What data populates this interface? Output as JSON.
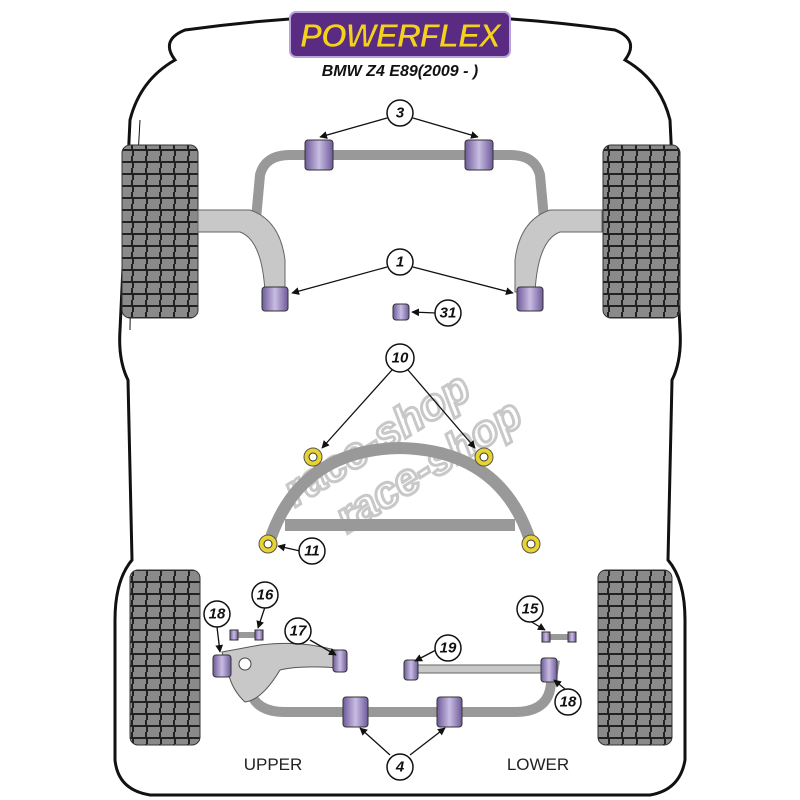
{
  "brand": "POWERFLEX",
  "model": "BMW Z4 E89(2009 - )",
  "watermark": "race-shop",
  "callouts": {
    "c3": "3",
    "c1": "1",
    "c31": "31",
    "c10": "10",
    "c11": "11",
    "c16": "16",
    "c18a": "18",
    "c17": "17",
    "c19": "19",
    "c15": "15",
    "c18b": "18",
    "c4": "4"
  },
  "captions": {
    "upper": "UPPER",
    "lower": "LOWER"
  },
  "colors": {
    "bush": "#9a86c0",
    "bush_yellow": "#e8d430",
    "metal": "#aaaaaa",
    "logo_bg": "#5a2b82",
    "logo_text": "#f4d21a"
  }
}
